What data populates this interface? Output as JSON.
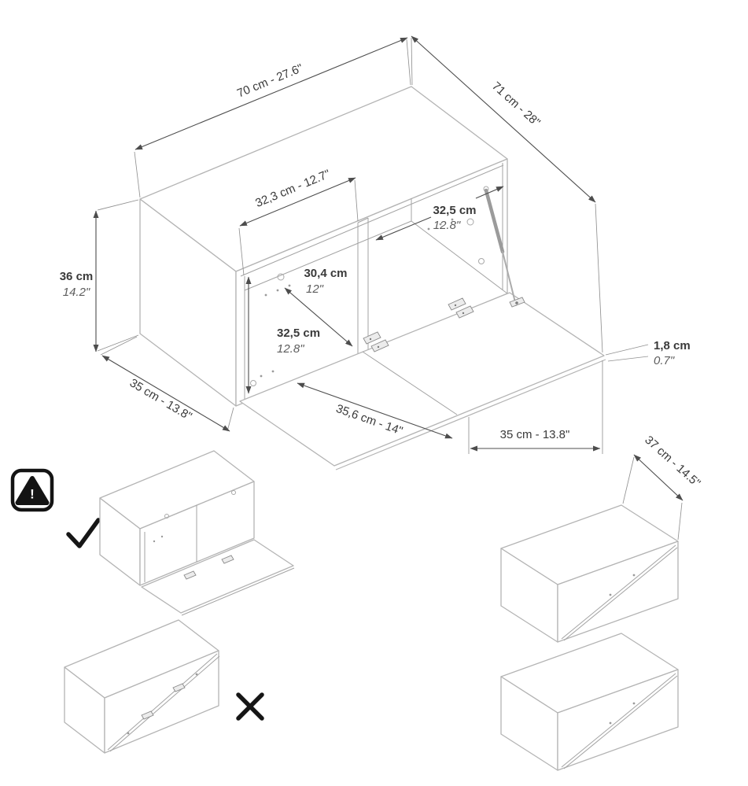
{
  "diagram": {
    "dimensions": {
      "top_width": "70 cm - 27.6\"",
      "open_depth": "71 cm - 28\"",
      "left_compartment_width": "32,3 cm - 12.7\"",
      "right_compartment_width_cm": "32,5 cm",
      "right_compartment_width_in": "12.8\"",
      "interior_depth_cm": "30,4 cm",
      "interior_depth_in": "12\"",
      "interior_height_cm": "32,5 cm",
      "interior_height_in": "12.8\"",
      "height_cm": "36 cm",
      "height_in": "14.2\"",
      "body_depth": "35 cm - 13.8\"",
      "flap_depth": "35,6 cm - 14\"",
      "flap_front_width": "35 cm - 13.8\"",
      "panel_thickness_cm": "1,8 cm",
      "panel_thickness_in": "0.7\"",
      "variant_depth": "37 cm - 14.5\""
    },
    "icons": {
      "warning": "!",
      "check": "✓",
      "cross": "✗"
    }
  }
}
